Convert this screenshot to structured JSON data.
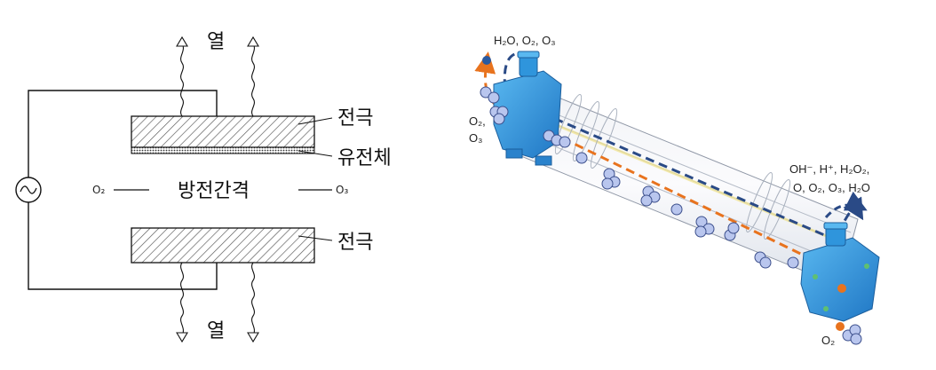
{
  "left": {
    "heat_top": "열",
    "heat_bottom": "열",
    "electrode_top": "전극",
    "dielectric": "유전체",
    "electrode_bottom": "전극",
    "discharge_gap": "방전간격",
    "input_gas": "O₂",
    "output_gas": "O₃"
  },
  "right": {
    "top_outlet": "H₂O, O₂, O₃",
    "side_label_1": "O₂,",
    "side_label_2": "O₃",
    "products_line1": "OH⁻, H⁺, H₂O₂,",
    "products_line2": "O, O₂, O₃, H₂O",
    "bottom_inlet": "O₂"
  },
  "colors": {
    "tube_blue": "#2c8fd6",
    "orange_flow": "#e8731e",
    "navy_flow": "#2a4a86",
    "bubble": "#b9c6ee"
  }
}
